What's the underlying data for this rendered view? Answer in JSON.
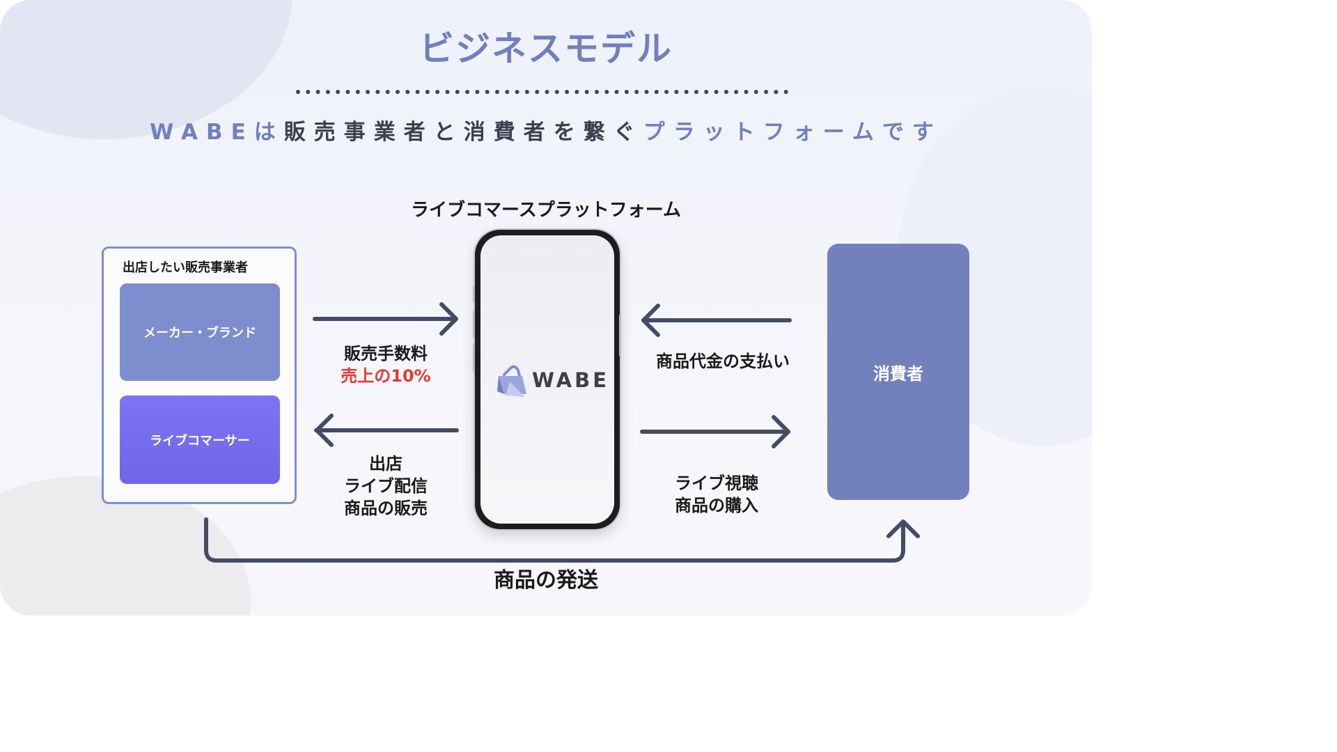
{
  "title": "ビジネスモデル",
  "subtitle": {
    "part1": "WABEは",
    "part2": "販売事業者と消費者を繋ぐ",
    "part3": "プラットフォームです"
  },
  "platform_label": "ライブコマースプラットフォーム",
  "seller": {
    "title": "出店したい販売事業者",
    "card_maker": "メーカー・ブランド",
    "card_live": "ライブコマーサー"
  },
  "phone": {
    "logo_text": "WABE"
  },
  "consumer": "消費者",
  "flows": {
    "fee_line1": "販売手数料",
    "fee_line2": "売上の10%",
    "open_line1": "出店",
    "open_line2": "ライブ配信",
    "open_line3": "商品の販売",
    "payment": "商品代金の支払い",
    "watch_line1": "ライブ視聴",
    "watch_line2": "商品の購入",
    "shipping": "商品の発送"
  },
  "colors": {
    "accent": "#6f7fbf",
    "seller_border": "#7f8dcc",
    "card_maker": "#7d8dcd",
    "card_live": "#7370f0",
    "consumer": "#7280bc",
    "arrow": "#444b66",
    "highlight": "#e23b32"
  }
}
